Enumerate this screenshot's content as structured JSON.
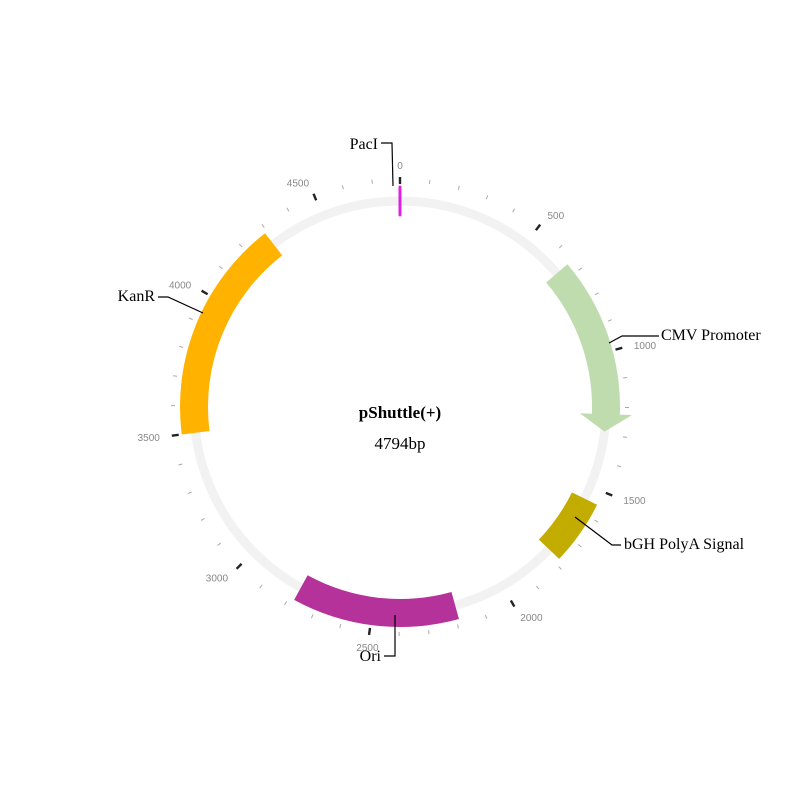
{
  "plasmid": {
    "name": "pShuttle(+)",
    "length_label": "4794bp",
    "length_bp": 4794,
    "backbone_color": "#f2f2f2"
  },
  "features": [
    {
      "id": "paci",
      "label": "PacI",
      "start": 0,
      "end": 10,
      "color": "#e020e0",
      "shape": "site"
    },
    {
      "id": "cmv-promoter",
      "label": "CMV Promoter",
      "start": 660,
      "end": 1290,
      "color": "#bfdcae",
      "shape": "arrow"
    },
    {
      "id": "bgh-polya-signal",
      "label": "bGH PolyA Signal",
      "start": 1550,
      "end": 1780,
      "color": "#c3ac00",
      "shape": "block"
    },
    {
      "id": "ori",
      "label": "Ori",
      "start": 2190,
      "end": 2780,
      "color": "#b5329a",
      "shape": "block"
    },
    {
      "id": "kanr",
      "label": "KanR",
      "start": 3500,
      "end": 4290,
      "color": "#ffb300",
      "shape": "block"
    }
  ],
  "tick_labels": [
    "0",
    "500",
    "1000",
    "1500",
    "2000",
    "2500",
    "3000",
    "3500",
    "4000",
    "4500"
  ],
  "major_tick_step": 500,
  "minor_tick_step": 100
}
